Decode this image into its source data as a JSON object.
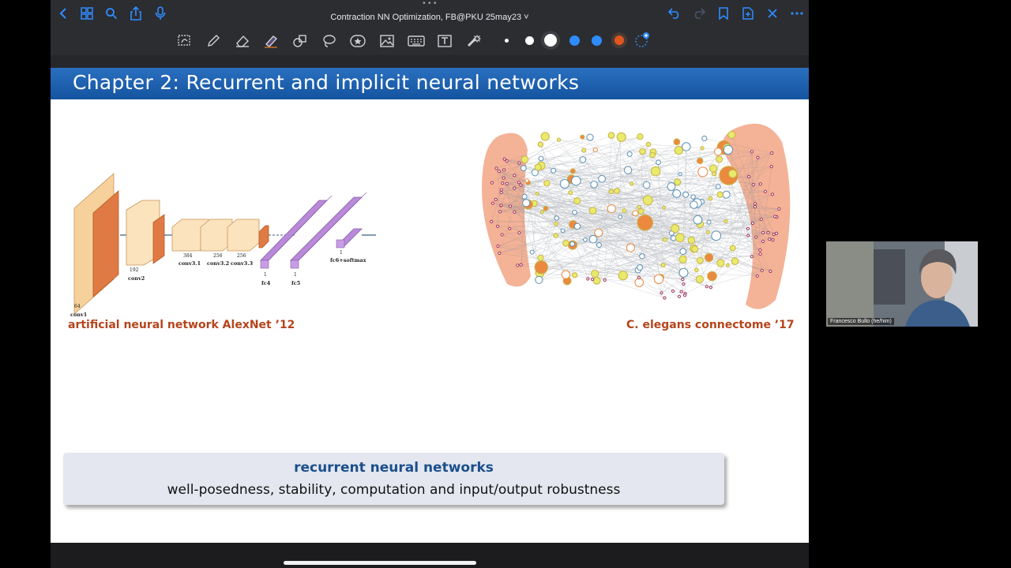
{
  "window": {
    "title": "Contraction NN Optimization, FB@PKU 25may23 ˅",
    "grip": "•••"
  },
  "topbar": {
    "left_icons": [
      "back-icon",
      "grid-icon",
      "search-icon",
      "share-icon",
      "microphone-icon"
    ],
    "right_icons": [
      "undo-icon",
      "redo-icon",
      "bookmark-icon",
      "add-page-icon",
      "close-icon",
      "more-icon"
    ]
  },
  "toolbar": {
    "tools": [
      "lasso-select-icon",
      "pen-icon",
      "eraser-icon",
      "highlighter-icon",
      "shapes-icon",
      "lasso-icon",
      "sticker-icon",
      "image-icon",
      "keyboard-icon",
      "text-icon",
      "laser-pointer-icon"
    ],
    "colors": [
      "#ffffff",
      "#ffffff",
      "#ffffff",
      "#2f8cff",
      "#2f8cff",
      "#e0561f"
    ]
  },
  "slide": {
    "title": "Chapter 2: Recurrent and implicit neural networks",
    "left_caption": "artificial neural network AlexNet ’12",
    "right_caption": "C. elegans connectome ’17",
    "alexnet_labels": [
      "conv1",
      "conv2",
      "conv3.1",
      "conv3.2",
      "conv3.3",
      "fc4",
      "fc5",
      "fc6+softmax",
      "64",
      "192",
      "384",
      "256",
      "256",
      "1",
      "1",
      "1"
    ],
    "box": {
      "title": "recurrent neural networks",
      "subtitle": "well-posedness, stability, computation and input/output robustness"
    }
  },
  "video": {
    "name": "Francesco Bullo (he/him)"
  },
  "colors": {
    "header_blue": "#1e5fae",
    "caption_orange": "#b5441c",
    "box_title_blue": "#1b4f8c"
  }
}
